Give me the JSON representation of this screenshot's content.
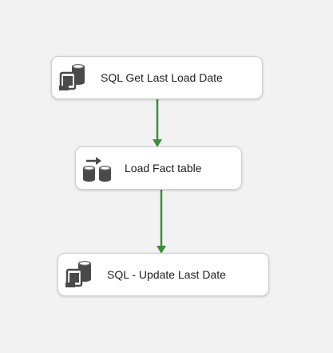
{
  "tasks": [
    {
      "label": "SQL Get Last Load Date",
      "icon": "execute-sql-task-icon"
    },
    {
      "label": "Load Fact table",
      "icon": "data-flow-task-icon"
    },
    {
      "label": "SQL - Update Last Date",
      "icon": "execute-sql-task-icon"
    }
  ],
  "colors": {
    "background": "#f2f2f2",
    "task_fill": "#ffffff",
    "task_border": "#cfcfcf",
    "success_constraint": "#3c8d3c",
    "icon_dark": "#4a4a4a"
  }
}
